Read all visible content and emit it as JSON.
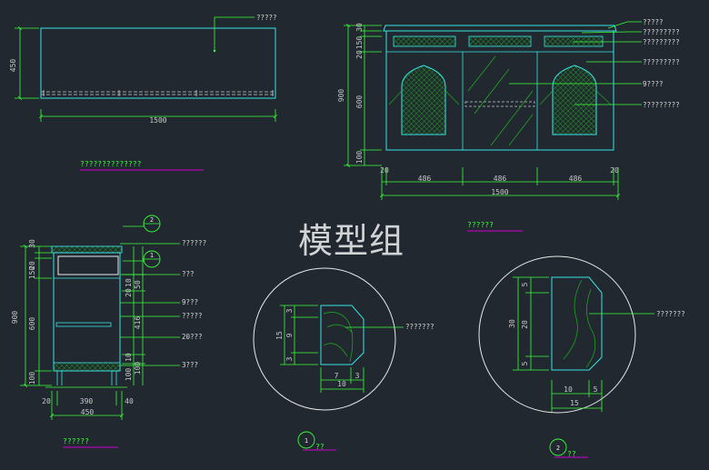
{
  "watermark": "模型组",
  "colors": {
    "background": "#212830",
    "outline": "#37e6e6",
    "dimension": "#39ff39",
    "title_underline": "#d400d4",
    "leader": "#39ff39",
    "hatch": "#1fb31f"
  },
  "plan_view": {
    "title": "??????????????",
    "width_dim": "1500",
    "depth_dim": "450",
    "callout": "?????"
  },
  "front_elevation": {
    "title": "??????",
    "height_dims": [
      "30",
      "150",
      "20",
      "600",
      "100"
    ],
    "total_height": "900",
    "width_dims": [
      "20",
      "486",
      "486",
      "486",
      "20"
    ],
    "total_width": "1500",
    "callouts": [
      "?????",
      "?????????",
      "?????????",
      "?????????",
      "9????",
      "?????????"
    ]
  },
  "side_section": {
    "title": "??????",
    "height_dims": [
      "30",
      "20",
      "150",
      "600",
      "100"
    ],
    "total_height": "900",
    "inner_dims": [
      "10",
      "20",
      "50",
      "416",
      "10",
      "100",
      "100"
    ],
    "width_dims": [
      "20",
      "390",
      "40"
    ],
    "total_width": "450",
    "markers": [
      "2",
      "1"
    ],
    "callouts": [
      "??????",
      "???",
      "9???",
      "?????",
      "20???",
      "3???"
    ]
  },
  "detail_1": {
    "marker": "1",
    "title": "??",
    "dims_v": [
      "3",
      "9",
      "3",
      "15"
    ],
    "dims_h": [
      "7",
      "3",
      "10"
    ],
    "callout": "???????"
  },
  "detail_2": {
    "marker": "2",
    "title": "??",
    "dims_v": [
      "5",
      "20",
      "5",
      "30"
    ],
    "dims_h": [
      "10",
      "5",
      "15"
    ],
    "callout": "???????"
  }
}
